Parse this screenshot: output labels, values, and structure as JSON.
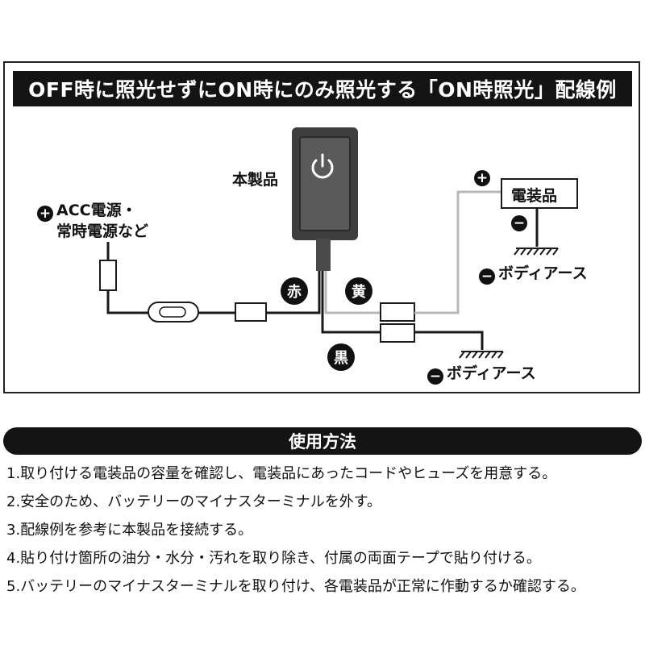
{
  "title": "OFF時に照光せずにON時にのみ照光する「ON時照光」配線例",
  "diagram": {
    "product_label": "本製品",
    "source_label_line1": "ACC電源・",
    "source_label_line2": "常時電源など",
    "device_label": "電装品",
    "body_earth_label_right": "ボディアース",
    "body_earth_label_bottom": "ボディアース",
    "wire_red": "赤",
    "wire_yellow": "黄",
    "wire_black": "黒",
    "plus_symbol": "+",
    "minus_symbol": "−",
    "colors": {
      "wire_main": "#1a1a1a",
      "wire_yellow": "#b8b8b8",
      "switch_body": "#4a4a4a"
    }
  },
  "usage": {
    "heading": "使用方法",
    "steps": [
      "1.取り付ける電装品の容量を確認し、電装品にあったコードやヒューズを用意する。",
      "2.安全のため、バッテリーのマイナスターミナルを外す。",
      "3.配線例を参考に本製品を接続する。",
      "4.貼り付け箇所の油分・水分・汚れを取り除き、付属の両面テープで貼り付ける。",
      "5.バッテリーのマイナスターミナルを取り付け、各電装品が正常に作動するか確認する。"
    ]
  }
}
